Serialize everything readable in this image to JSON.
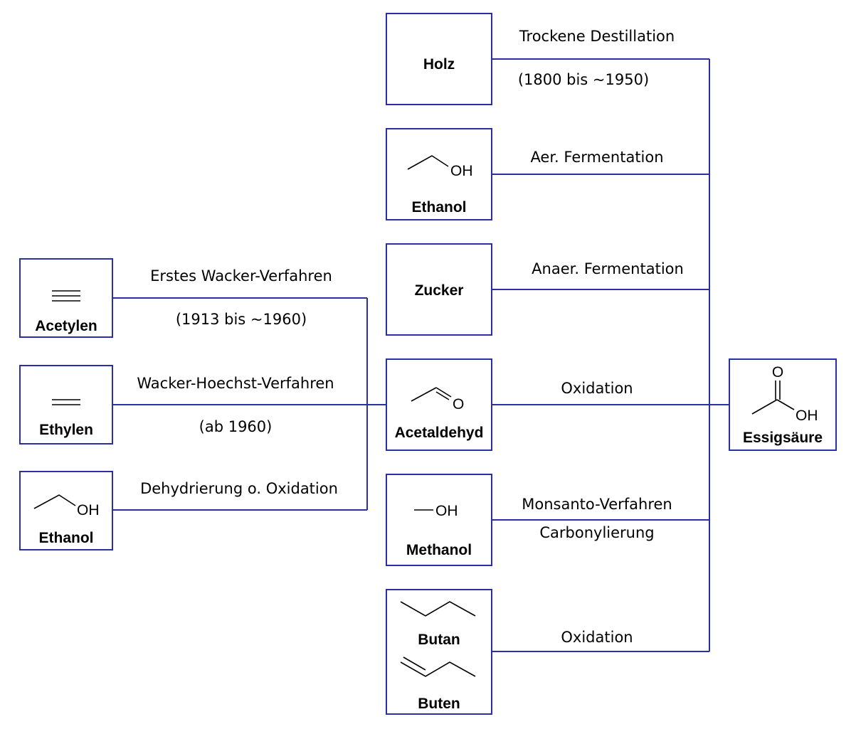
{
  "nodes": {
    "holz": "Holz",
    "ethanol_mid": "Ethanol",
    "zucker": "Zucker",
    "acetaldehyd": "Acetaldehyd",
    "methanol": "Methanol",
    "butan": "Butan",
    "buten": "Buten",
    "acetylen": "Acetylen",
    "ethylen": "Ethylen",
    "ethanol_left": "Ethanol",
    "essigsaeure": "Essigsäure"
  },
  "atoms": {
    "oh": "OH",
    "o": "O",
    "methanol_oh": "—OH"
  },
  "routes": {
    "holz_line1": "Trockene Destillation",
    "holz_line2": "(1800 bis ~1950)",
    "ethanol": "Aer. Fermentation",
    "zucker": "Anaer. Fermentation",
    "acetaldehyd": "Oxidation",
    "methanol_line1": "Monsanto-Verfahren",
    "methanol_line2": "Carbonylierung",
    "butan": "Oxidation",
    "acetylen_line1": "Erstes Wacker-Verfahren",
    "acetylen_line2": "(1913 bis ~1960)",
    "ethylen_line1": "Wacker-Hoechst-Verfahren",
    "ethylen_line2": "(ab 1960)",
    "ethanol_left": "Dehydrierung o. Oxidation"
  }
}
